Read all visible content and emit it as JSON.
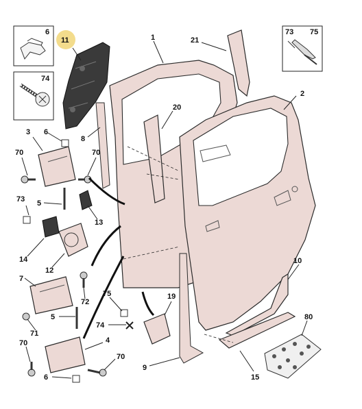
{
  "diagram": {
    "callouts": {
      "c1": "1",
      "c2": "2",
      "c3": "3",
      "c4": "4",
      "c5a": "5",
      "c5b": "5",
      "c6a": "6",
      "c6b": "6",
      "c6c": "6",
      "c7": "7",
      "c8": "8",
      "c9": "9",
      "c10": "10",
      "c11": "11",
      "c12": "12",
      "c13": "13",
      "c14": "14",
      "c15": "15",
      "c19": "19",
      "c20": "20",
      "c21": "21",
      "c70a": "70",
      "c70b": "70",
      "c70c": "70",
      "c70d": "70",
      "c71": "71",
      "c72": "72",
      "c73a": "73",
      "c73b": "73",
      "c74a": "74",
      "c74b": "74",
      "c75a": "75",
      "c75b": "75",
      "c80": "80"
    },
    "highlight_color": "#f3dc8c",
    "part_color": "#ecd9d5"
  }
}
